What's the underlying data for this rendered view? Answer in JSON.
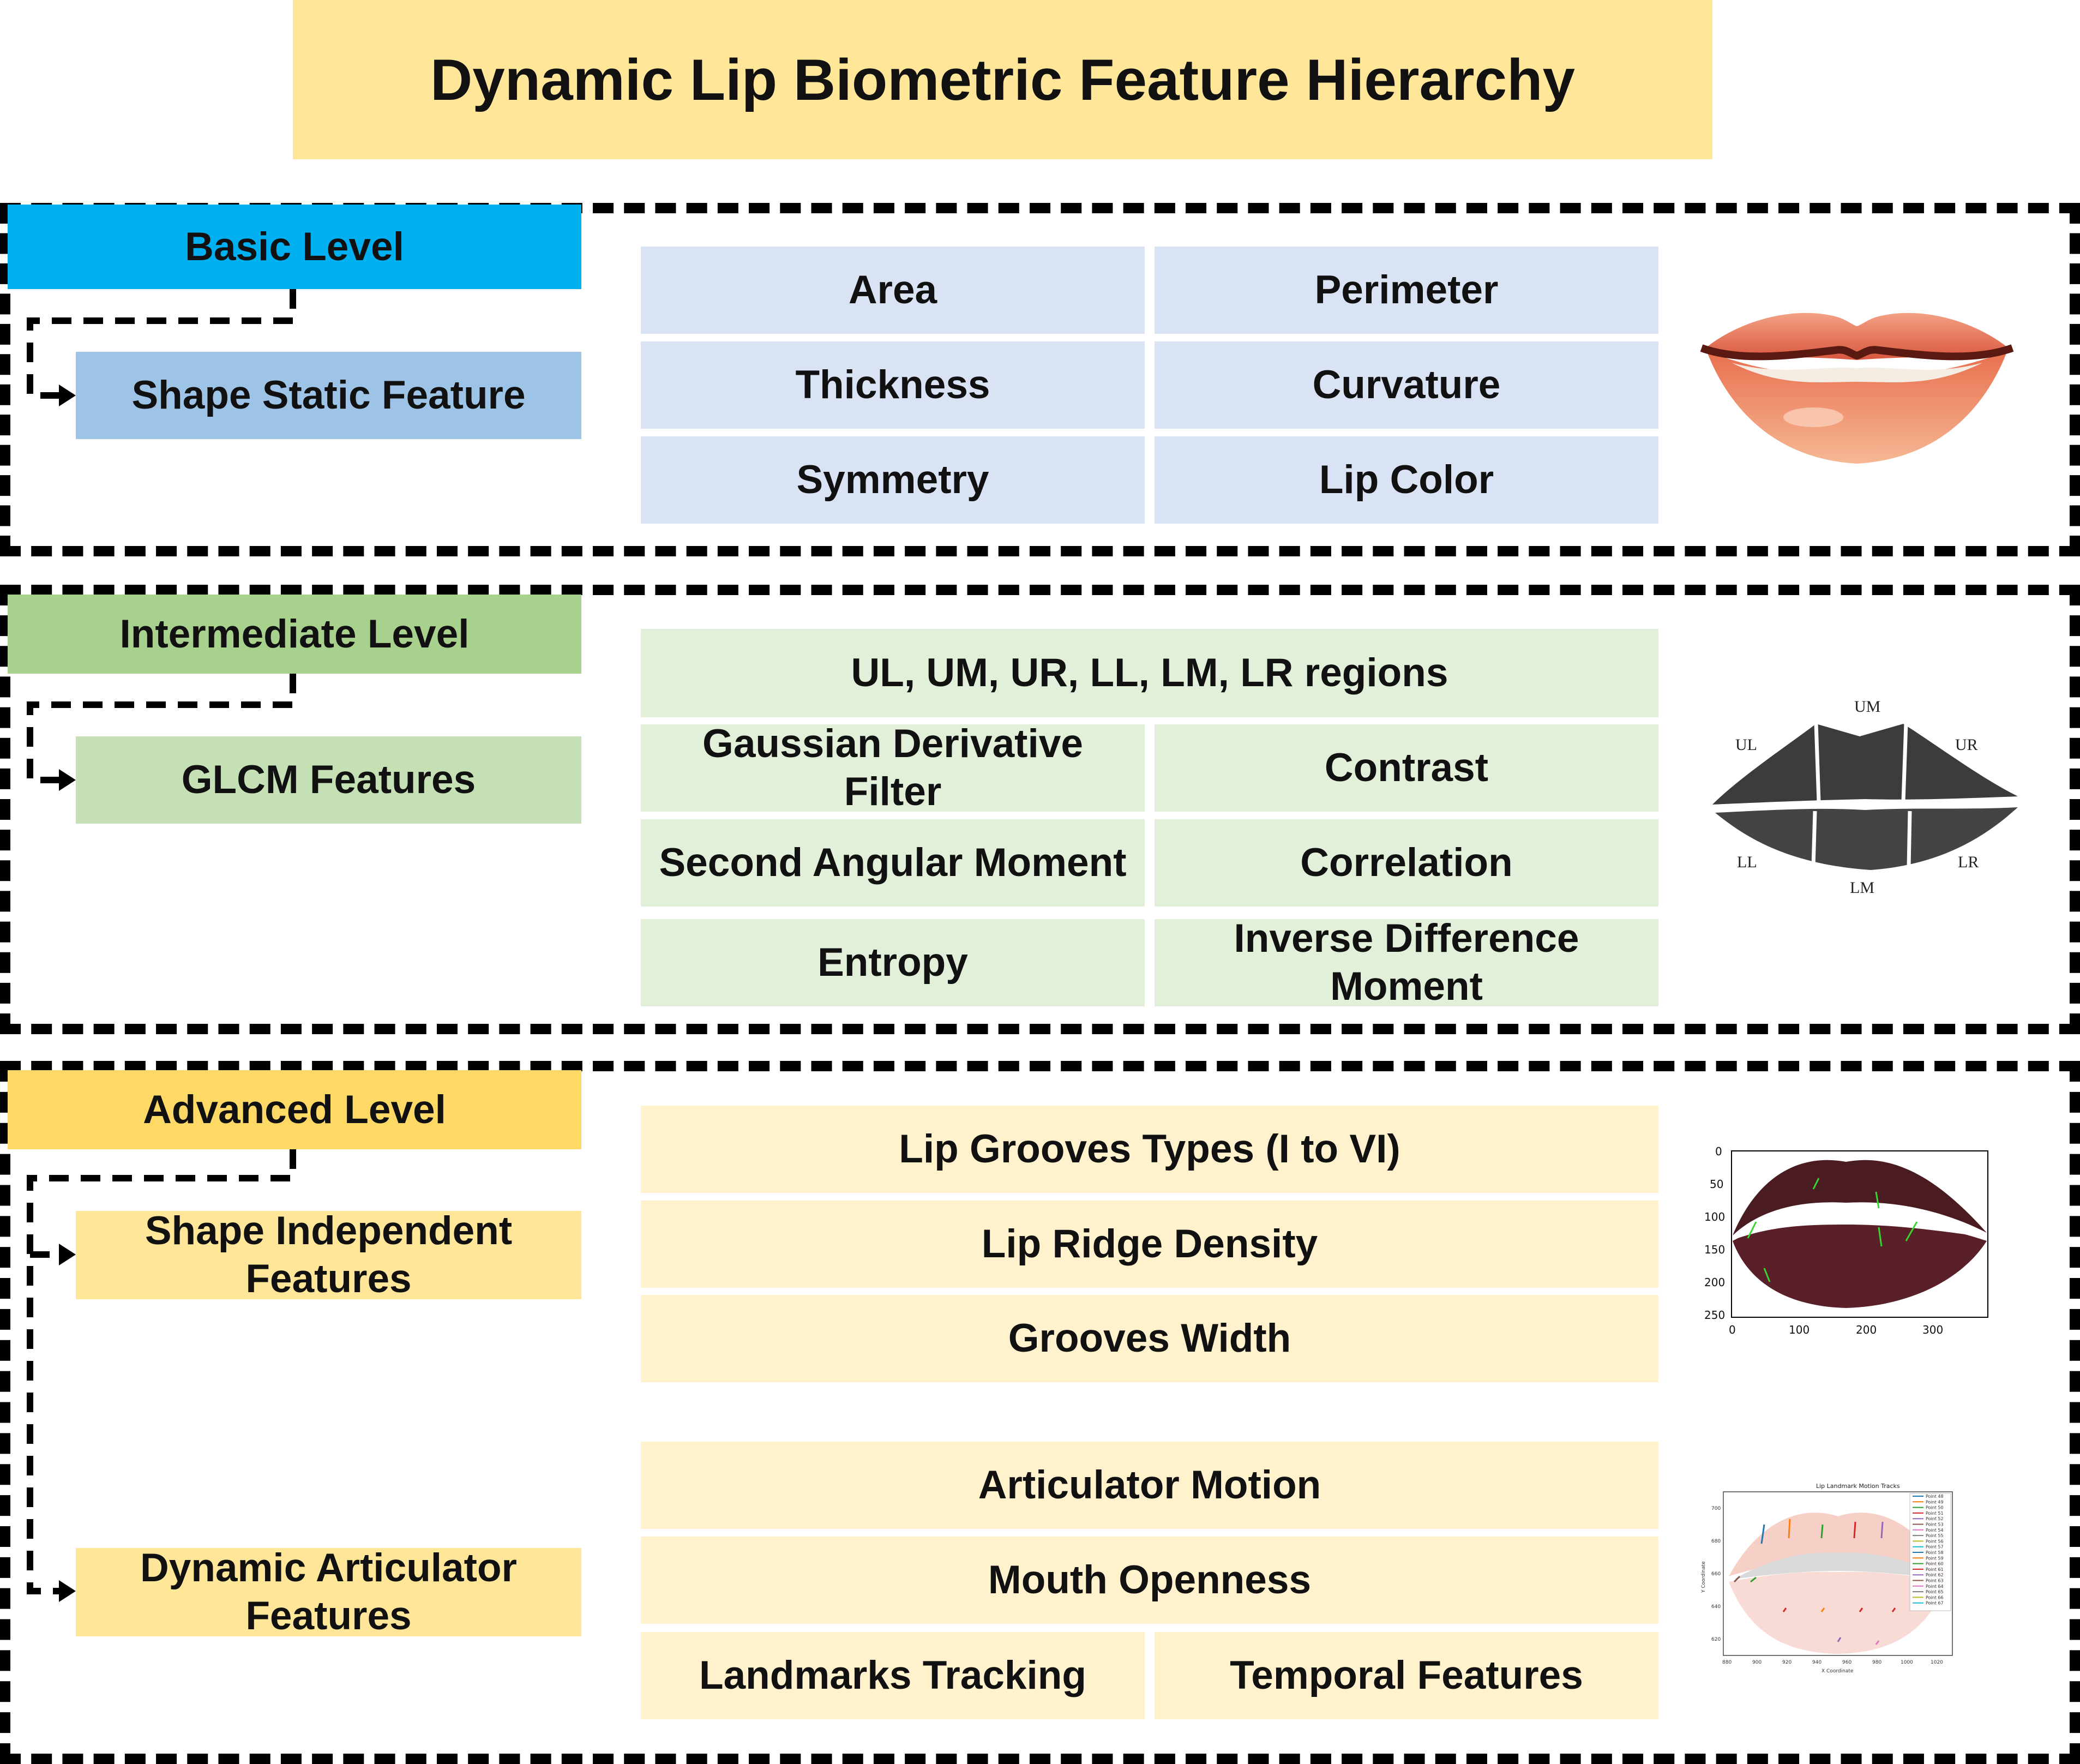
{
  "title": "Dynamic Lip Biometric Feature Hierarchy",
  "basic": {
    "level": "Basic Level",
    "sub": "Shape Static Feature",
    "cells": [
      "Area",
      "Perimeter",
      "Thickness",
      "Curvature",
      "Symmetry",
      "Lip Color"
    ]
  },
  "intermediate": {
    "level": "Intermediate Level",
    "sub": "GLCM Features",
    "header": "UL, UM, UR, LL, LM, LR regions",
    "cells": [
      "Gaussian Derivative Filter",
      "Contrast",
      "Second Angular Moment",
      "Correlation",
      "Entropy",
      "Inverse Difference Moment"
    ],
    "region_labels": [
      "UM",
      "UL",
      "UR",
      "LL",
      "LM",
      "LR"
    ]
  },
  "advanced": {
    "level": "Advanced Level",
    "sub1": "Shape Independent Features",
    "sub2": "Dynamic Articulator Features",
    "group1": [
      "Lip Grooves Types (I to VI)",
      "Lip Ridge Density",
      "Grooves Width"
    ],
    "group2": [
      "Articulator Motion",
      "Mouth Openness"
    ],
    "group2_pair": [
      "Landmarks Tracking",
      "Temporal Features"
    ]
  },
  "grooves_plot": {
    "yticks": [
      "0",
      "50",
      "100",
      "150",
      "200",
      "250"
    ],
    "xticks": [
      "0",
      "100",
      "200",
      "300"
    ]
  },
  "motion_plot": {
    "title": "Lip Landmark Motion Tracks",
    "xlabel": "X Coordinate",
    "ylabel": "Y Coordinate",
    "yticks": [
      "700",
      "680",
      "660",
      "640",
      "620"
    ],
    "xticks": [
      "880",
      "900",
      "920",
      "940",
      "960",
      "980",
      "1000",
      "1020"
    ],
    "legend": [
      "Point 48",
      "Point 49",
      "Point 50",
      "Point 51",
      "Point 52",
      "Point 53",
      "Point 54",
      "Point 55",
      "Point 56",
      "Point 57",
      "Point 58",
      "Point 59",
      "Point 60",
      "Point 61",
      "Point 62",
      "Point 63",
      "Point 64",
      "Point 65",
      "Point 66",
      "Point 67"
    ]
  },
  "colors": {
    "title_bg": "#ffe699",
    "basic_level": "#00b0f0",
    "basic_sub": "#9dc3e6",
    "basic_cell": "#dae3f3",
    "inter_level": "#a9d18e",
    "inter_sub": "#c5e0b4",
    "inter_cell": "#e2f0d9",
    "adv_level": "#ffd966",
    "adv_sub": "#ffe699",
    "adv_cell": "#fff2cc"
  }
}
